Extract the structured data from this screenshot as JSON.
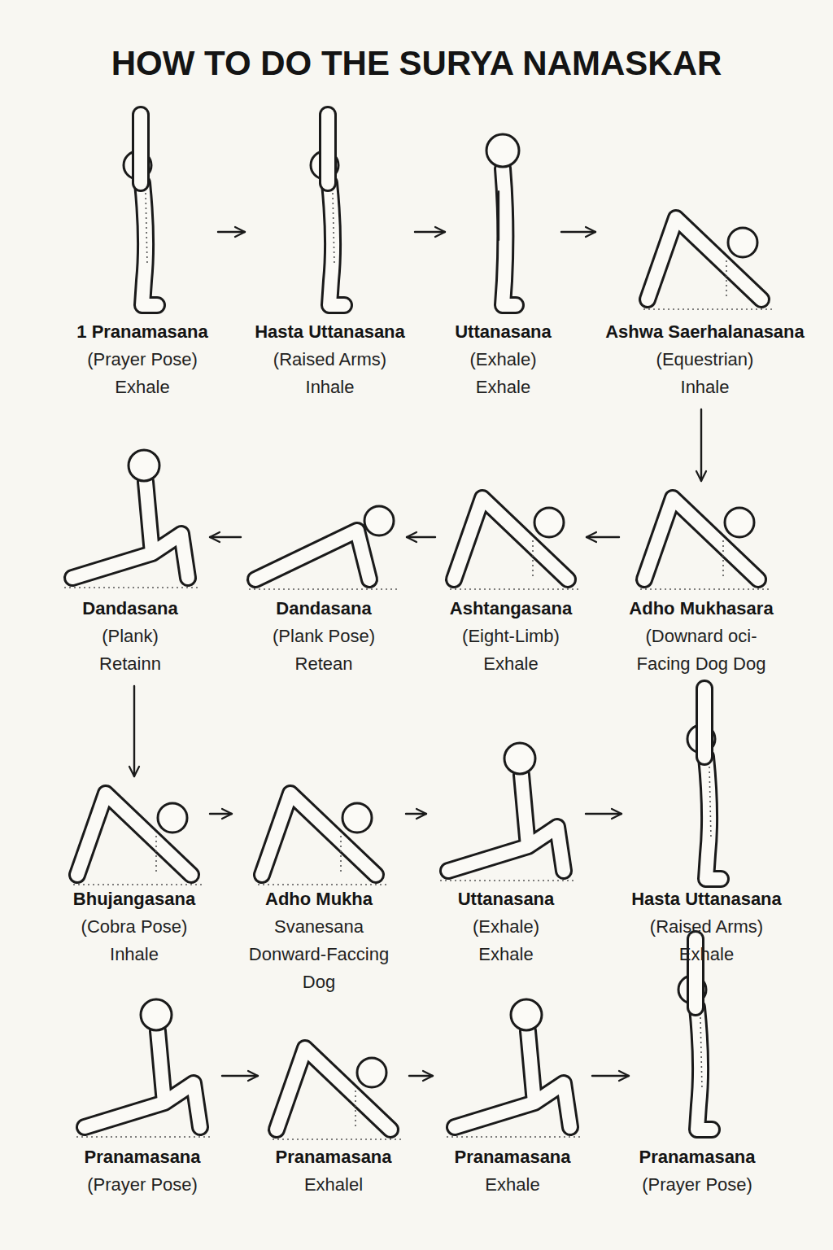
{
  "diagram": {
    "title": "HOW TO DO THE SURYA NAMASKAR",
    "nodes": [
      {
        "text": [
          "1 Pranamasana",
          "(Prayer Pose)",
          "Exhale"
        ]
      },
      {
        "text": [
          "Hasta Uttanasana",
          "(Raised Arms)",
          "Inhale"
        ]
      },
      {
        "text": [
          "Uttanasana",
          "(Exhale)",
          "Exhale"
        ]
      },
      {
        "text": [
          "Ashwa Saerhalanasana",
          "(Equestrian)",
          "Inhale"
        ]
      },
      {
        "text": [
          "Dandasana",
          "(Plank)",
          "Retainn"
        ]
      },
      {
        "text": [
          "Dandasana",
          "(Plank Pose)",
          "Retean"
        ]
      },
      {
        "text": [
          "Ashtangasana",
          "(Eight-Limb)",
          "Exhale"
        ]
      },
      {
        "text": [
          "Adho Mukhasara",
          "(Downard oci- Facing Dog Dog"
        ]
      },
      {
        "text": [
          "Bhujangasana",
          "(Cobra Pose)",
          "Inhale"
        ]
      },
      {
        "text": [
          "Adho Mukha",
          "Svanesana",
          "Donward-Faccing Dog"
        ]
      },
      {
        "text": [
          "Uttanasana",
          "(Exhale)",
          "Exhale"
        ]
      },
      {
        "text": [
          "Hasta Uttanasana",
          "(Raised Arms)",
          "Exhale"
        ]
      },
      {
        "text": [
          "Pranamasana",
          "(Prayer Pose)"
        ]
      },
      {
        "text": [
          "Pranamasana",
          "Exhalel"
        ]
      },
      {
        "text": [
          "Pranamasana",
          "Exhale"
        ]
      },
      {
        "text": [
          "Pranamasana",
          "(Prayer Pose)"
        ]
      }
    ],
    "edges": [
      {
        "from": 0,
        "to": 1,
        "arrow": "to"
      },
      {
        "from": 1,
        "to": 2,
        "arrow": "to"
      },
      {
        "from": 2,
        "to": 3,
        "arrow": "to"
      },
      {
        "from": 3,
        "to": 7,
        "arrow": "to"
      },
      {
        "from": 7,
        "to": 6,
        "arrow": "to"
      },
      {
        "from": 6,
        "to": 5,
        "arrow": "to"
      },
      {
        "from": 5,
        "to": 4,
        "arrow": "to"
      },
      {
        "from": 4,
        "to": 8,
        "arrow": "to"
      },
      {
        "from": 8,
        "to": 9,
        "arrow": "to"
      },
      {
        "from": 9,
        "to": 10,
        "arrow": "to"
      },
      {
        "from": 10,
        "to": 11,
        "arrow": "to"
      },
      {
        "from": 12,
        "to": 13,
        "arrow": "to"
      },
      {
        "from": 13,
        "to": 14,
        "arrow": "to"
      },
      {
        "from": 14,
        "to": 15,
        "arrow": "to"
      }
    ]
  }
}
